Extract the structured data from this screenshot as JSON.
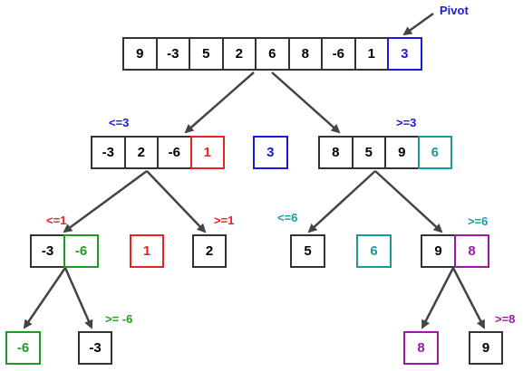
{
  "pivot_label": "Pivot",
  "colors": {
    "border": "#333333",
    "text": "#000000",
    "pivot": "#1a1adb",
    "red": "#e8231f",
    "green": "#1f9c1f",
    "teal": "#1a9a9a",
    "purple": "#9a1aa6",
    "arrow": "#444444"
  },
  "rows": [
    {
      "id": "root",
      "cells": [
        {
          "v": "9"
        },
        {
          "v": "-3"
        },
        {
          "v": "5"
        },
        {
          "v": "2"
        },
        {
          "v": "6"
        },
        {
          "v": "8"
        },
        {
          "v": "-6"
        },
        {
          "v": "1"
        },
        {
          "v": "3",
          "c": "pivot"
        }
      ]
    },
    {
      "id": "l1-left",
      "cells": [
        {
          "v": "-3"
        },
        {
          "v": "2"
        },
        {
          "v": "-6"
        },
        {
          "v": "1",
          "c": "red"
        }
      ]
    },
    {
      "id": "l1-pivot",
      "cells": [
        {
          "v": "3",
          "c": "pivot"
        }
      ]
    },
    {
      "id": "l1-right",
      "cells": [
        {
          "v": "8"
        },
        {
          "v": "5"
        },
        {
          "v": "9"
        },
        {
          "v": "6",
          "c": "teal"
        }
      ]
    },
    {
      "id": "l2-a",
      "cells": [
        {
          "v": "-3"
        },
        {
          "v": "-6",
          "c": "green"
        }
      ]
    },
    {
      "id": "l2-b",
      "cells": [
        {
          "v": "1",
          "c": "red"
        }
      ]
    },
    {
      "id": "l2-c",
      "cells": [
        {
          "v": "2"
        }
      ]
    },
    {
      "id": "l2-d",
      "cells": [
        {
          "v": "5"
        }
      ]
    },
    {
      "id": "l2-e",
      "cells": [
        {
          "v": "6",
          "c": "teal"
        }
      ]
    },
    {
      "id": "l2-f",
      "cells": [
        {
          "v": "9"
        },
        {
          "v": "8",
          "c": "purple"
        }
      ]
    },
    {
      "id": "l3-a",
      "cells": [
        {
          "v": "-6",
          "c": "green"
        }
      ]
    },
    {
      "id": "l3-b",
      "cells": [
        {
          "v": "-3"
        }
      ]
    },
    {
      "id": "l3-c",
      "cells": [
        {
          "v": "8",
          "c": "purple"
        }
      ]
    },
    {
      "id": "l3-d",
      "cells": [
        {
          "v": "9"
        }
      ]
    }
  ],
  "labels": [
    {
      "id": "le-3",
      "text": "<=3",
      "c": "pivot"
    },
    {
      "id": "ge-3",
      "text": ">=3",
      "c": "pivot"
    },
    {
      "id": "le-1",
      "text": "<=1",
      "c": "red"
    },
    {
      "id": "ge-1",
      "text": ">=1",
      "c": "red"
    },
    {
      "id": "le-6",
      "text": "<=6",
      "c": "teal"
    },
    {
      "id": "ge-6",
      "text": ">=6",
      "c": "teal"
    },
    {
      "id": "ge-neg6",
      "text": ">= -6",
      "c": "green"
    },
    {
      "id": "ge-8",
      "text": ">=8",
      "c": "purple"
    }
  ]
}
